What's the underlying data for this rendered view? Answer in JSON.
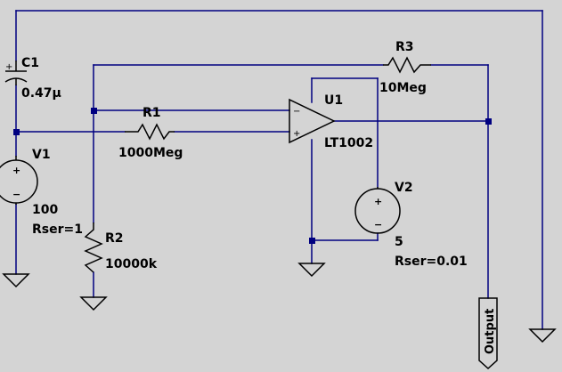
{
  "schematic": {
    "colors": {
      "background": "#d4d4d4",
      "wire": "#000080",
      "component": "#000000"
    },
    "C1": {
      "name": "C1",
      "value": "0.47µ"
    },
    "V1": {
      "name": "V1",
      "value": "100",
      "param": "Rser=1"
    },
    "R1": {
      "name": "R1",
      "value": "1000Meg"
    },
    "R2": {
      "name": "R2",
      "value": "10000k"
    },
    "R3": {
      "name": "R3",
      "value": "10Meg"
    },
    "U1": {
      "name": "U1",
      "part": "LT1002"
    },
    "V2": {
      "name": "V2",
      "value": "5",
      "param": "Rser=0.01"
    },
    "output": {
      "label": "Output"
    },
    "opamp": {
      "plus_sign": "+",
      "minus_sign": "−"
    }
  }
}
